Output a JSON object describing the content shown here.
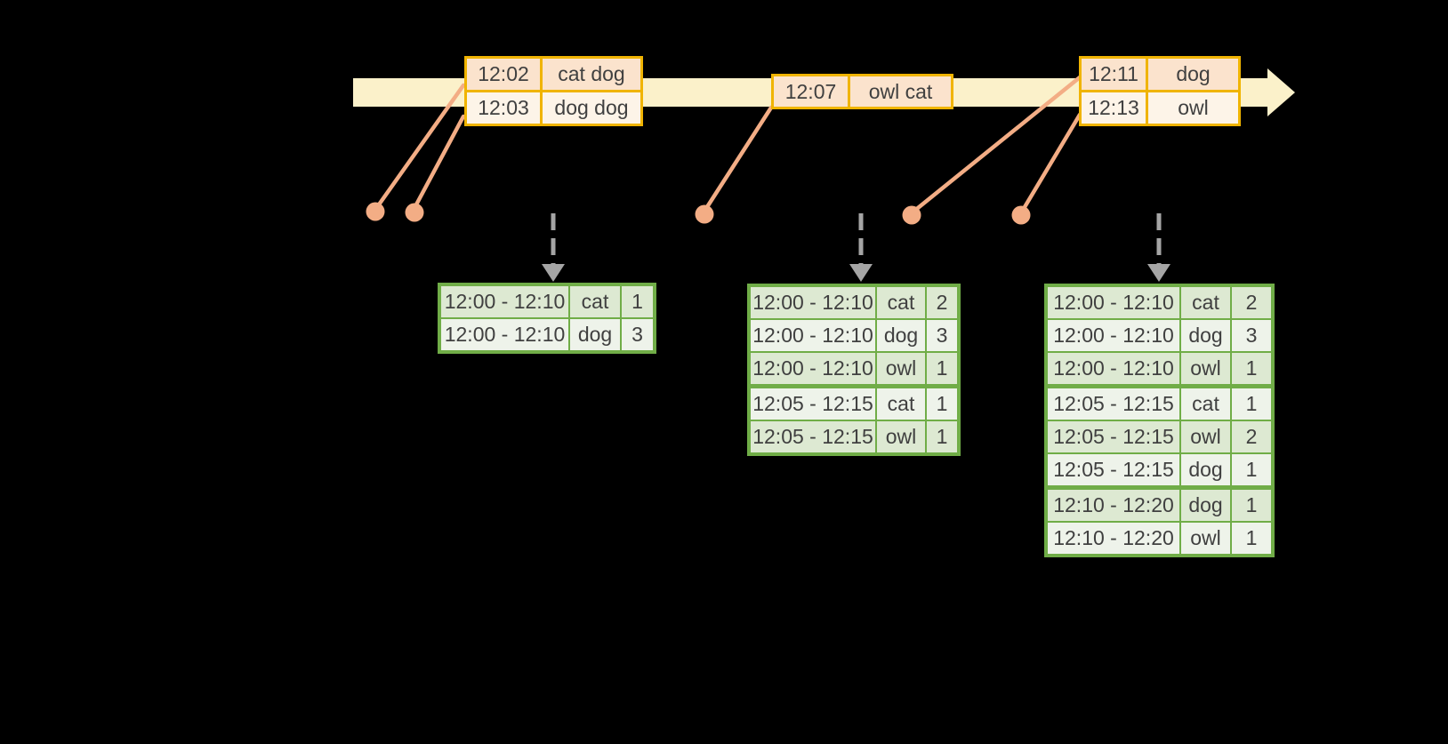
{
  "colors": {
    "background": "#000000",
    "timeline_fill": "#fbf1ca",
    "event_border": "#f0b400",
    "event_row_peach": "#fbe3cd",
    "event_row_cream": "#fdf4e8",
    "connector_orange": "#f3ad85",
    "result_border": "#70ad47",
    "result_row_dark": "#dde9d2",
    "result_row_light": "#eef3ea",
    "trigger_arrow_gray": "#a5a5a5",
    "text": "#404040"
  },
  "icons": {
    "timeline": "right-arrow-band",
    "event_marker": "orange-dot",
    "trigger": "dashed-down-arrow"
  },
  "event_tables": [
    {
      "rows": [
        {
          "time": "12:02",
          "words": "cat dog"
        },
        {
          "time": "12:03",
          "words": "dog dog"
        }
      ]
    },
    {
      "rows": [
        {
          "time": "12:07",
          "words": "owl cat"
        }
      ]
    },
    {
      "rows": [
        {
          "time": "12:11",
          "words": "dog"
        },
        {
          "time": "12:13",
          "words": "owl"
        }
      ]
    }
  ],
  "result_tables": [
    {
      "group_breaks": [],
      "rows": [
        {
          "window": "12:00 - 12:10",
          "word": "cat",
          "count": "1"
        },
        {
          "window": "12:00 - 12:10",
          "word": "dog",
          "count": "3"
        }
      ]
    },
    {
      "group_breaks": [
        3
      ],
      "rows": [
        {
          "window": "12:00 - 12:10",
          "word": "cat",
          "count": "2"
        },
        {
          "window": "12:00 - 12:10",
          "word": "dog",
          "count": "3"
        },
        {
          "window": "12:00 - 12:10",
          "word": "owl",
          "count": "1"
        },
        {
          "window": "12:05 - 12:15",
          "word": "cat",
          "count": "1"
        },
        {
          "window": "12:05 - 12:15",
          "word": "owl",
          "count": "1"
        }
      ]
    },
    {
      "group_breaks": [
        3,
        6
      ],
      "rows": [
        {
          "window": "12:00 - 12:10",
          "word": "cat",
          "count": "2"
        },
        {
          "window": "12:00 - 12:10",
          "word": "dog",
          "count": "3"
        },
        {
          "window": "12:00 - 12:10",
          "word": "owl",
          "count": "1"
        },
        {
          "window": "12:05 - 12:15",
          "word": "cat",
          "count": "1"
        },
        {
          "window": "12:05 - 12:15",
          "word": "owl",
          "count": "2"
        },
        {
          "window": "12:05 - 12:15",
          "word": "dog",
          "count": "1"
        },
        {
          "window": "12:10 - 12:20",
          "word": "dog",
          "count": "1"
        },
        {
          "window": "12:10 - 12:20",
          "word": "owl",
          "count": "1"
        }
      ]
    }
  ]
}
